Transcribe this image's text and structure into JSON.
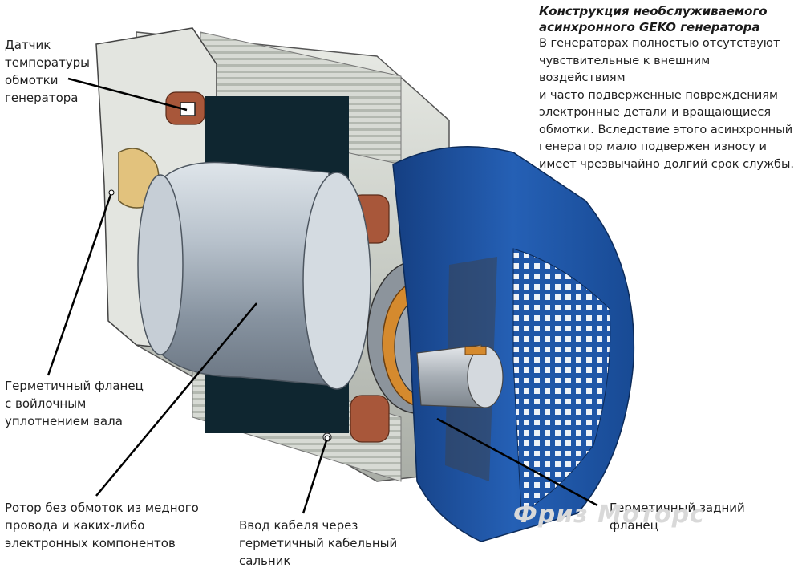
{
  "description": {
    "title": "Конструкция необслуживаемого\nасинхронного GEKO генератора",
    "text": "В генераторах полностью отсутствуют\nчувствительные к внешним воздействиям\nи часто подверженные повреждениям\nэлектронные детали и вращающиеся\nобмотки. Вследствие этого асинхронный\nгенератор мало подвержен износу и\nимеет чрезвычайно долгий срок службы."
  },
  "callouts": {
    "temperature_sensor": "Датчик\nтемпературы\nобмотки\nгенератора",
    "sealed_flange": "Герметичный фланец\nс войлочным\nуплотнением вала",
    "rotor": "Ротор без обмоток из медного\nпровода и каких-либо\nэлектронных компонентов",
    "cable_entry": "Ввод кабеля через\nгерметичный кабельный\nсальник",
    "rear_flange": "Герметичный задний\nфланец"
  },
  "watermark": "Фриз Моторс",
  "colors": {
    "fan_cover": "#1f56a8",
    "housing": "#d9dcd6",
    "stator_core": "#0f2630",
    "winding": "#a8573a",
    "rotor": "#aeb7c2",
    "bearing": "#d58a2e",
    "leader": "#000000"
  }
}
